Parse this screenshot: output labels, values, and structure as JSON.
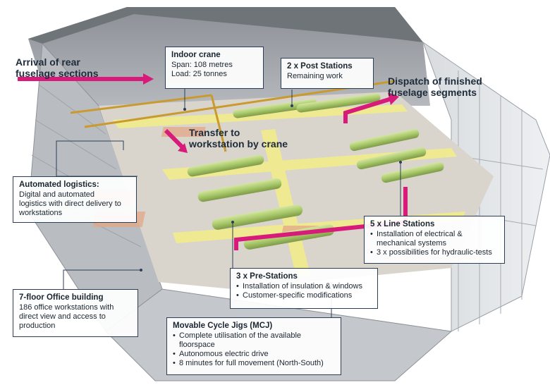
{
  "arrows": {
    "arrival": [
      "Arrival of rear",
      "fuselage sections"
    ],
    "dispatch": [
      "Dispatch of finished",
      "fuselage segments"
    ],
    "transfer": [
      "Transfer to",
      "workstation by crane"
    ]
  },
  "callouts": {
    "crane": {
      "title": "Indoor crane",
      "lines": [
        "Span: 108 metres",
        "Load: 25 tonnes"
      ]
    },
    "post": {
      "title": "2 x Post Stations",
      "lines": [
        "Remaining work"
      ]
    },
    "logistics": {
      "title": "Automated logistics:",
      "lines": [
        "Digital and automated",
        "logistics with direct delivery to",
        "workstations"
      ]
    },
    "line": {
      "title": "5 x Line Stations",
      "bullets": [
        "Installation of electrical &",
        "mechanical systems",
        "3 x possibilities for hydraulic-tests"
      ]
    },
    "pre": {
      "title": "3 x Pre-Stations",
      "bullets": [
        "Installation of insulation & windows",
        "Customer-specific modifications"
      ]
    },
    "office": {
      "title": "7-floor Office building",
      "lines": [
        "186 office workstations with",
        "direct view and access to",
        "production"
      ]
    },
    "mcj": {
      "title": "Movable Cycle Jigs (MCJ)",
      "bullets": [
        "Complete utilisation of the available",
        "floorspace",
        "Autonomous electric drive",
        "8 minutes for full movement (North-South)"
      ]
    }
  },
  "colors": {
    "accent_arrow": "#d81b7a",
    "callout_border": "#2c3e57",
    "floor": "#d9d5cc",
    "walkway": "#f2ec8c",
    "fuselage": "#b8d47a",
    "glass": "#c8ccd0"
  }
}
